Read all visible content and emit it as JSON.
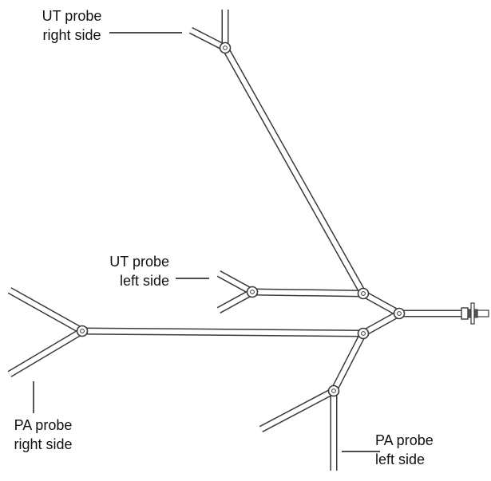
{
  "labels": {
    "ut_probe_right_side": [
      "UT probe",
      "right side"
    ],
    "ut_probe_left_side": [
      "UT probe",
      "left side"
    ],
    "pa_probe_right_side": [
      "PA probe",
      "right side"
    ],
    "pa_probe_left_side": [
      "PA probe",
      "left side"
    ]
  },
  "colors": {
    "line": "#3a3a3a",
    "tube_fill": "#ffffff",
    "background": "#ffffff"
  }
}
